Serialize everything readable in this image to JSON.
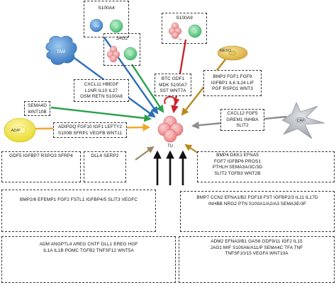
{
  "factor_boxes": {
    "s100a4": "S100A4",
    "s100a9": "S100A9",
    "jag2": "JAG2",
    "cxcl11": "CXCL11  HBEGF\nL1NR  IL10  IL27\nOSM  RETN  S100A8",
    "btc": "BTC  GDF1\nMDK  S100A7\nSST  WNT7A",
    "bmp3": "BMP3  FGF1  FGF9\nIGFBP1  IL6  IL24  LIF\nPGF  RSPO1  WNT3",
    "sema4d": "SEMA4D\nWNT10B",
    "adipoq": "ADIPOQ  FGF10  IGF1  LEFTY2\nS100B  SFRP1  VEGFB  WNT11",
    "cxcl12": "CXCL12  FGF5\nGREM1  INHBA\nSLIT2",
    "gdf5": "GDF5  IGFBP7  RSPO3  SFRP4",
    "dll4": "DLL4  SERP2",
    "bmp4": "BMP4  DKK1  EFNA5\nFGF7  IGFBP6  PROS1\nPTHLH  SEMA3A/3C/3D\nSLIT2  TGFB3  WNT2B",
    "bmp26": "BMP2/6  EFEMP1  FGF2  FSTL1  IGFBP4/5  SLIT3  VEGFC",
    "bmp7": "BMP7  CCN2  EFNA1/B2  FGF18  FST  IGFBP2/3  IL11  IL17D\nINHBB  NRG2  PTN  S100A1/A2/A3  SEMA3E/3F",
    "adm": "ADM  ANGPTL4  AREG  CNTF  DLL1  EREG  HGF\nIL1A  IL1B  POMC  TGFB2  TNFSF12  WNT5A",
    "adm2": "ADM2  EFNA3/B1  GAS6  GDF9/11  IGF2  IL15\nJAG1  MIF  S100A6/A11/P  SEMA4C  TFA  TNF\nTNFSF10/15  VEGFA  WNT10A"
  },
  "cell_labels": {
    "tam": "TAM",
    "meso": "MESO",
    "adip": "ADIP",
    "caf": "CAF",
    "tu": "TU",
    "tam_small": "TAM",
    "tu_small": "TU",
    "adip_small": "ADIP",
    "caf_small": "CAF",
    "meso_small": "MESO"
  },
  "colors": {
    "tam": "#4a90d0",
    "meso": "#e0bb3c",
    "adip": "#f2ea1a",
    "caf": "#9aa0a6",
    "tu": "#f08c8c",
    "arrow_blue": "#2c6fb8",
    "arrow_green": "#2aa04a",
    "arrow_red": "#c8242c",
    "arrow_gold": "#b88a1c",
    "arrow_gray": "#8e8e8e",
    "arrow_orange": "#f0a82a",
    "arrow_black": "#111111",
    "arrow_taupe": "#9c8860"
  }
}
